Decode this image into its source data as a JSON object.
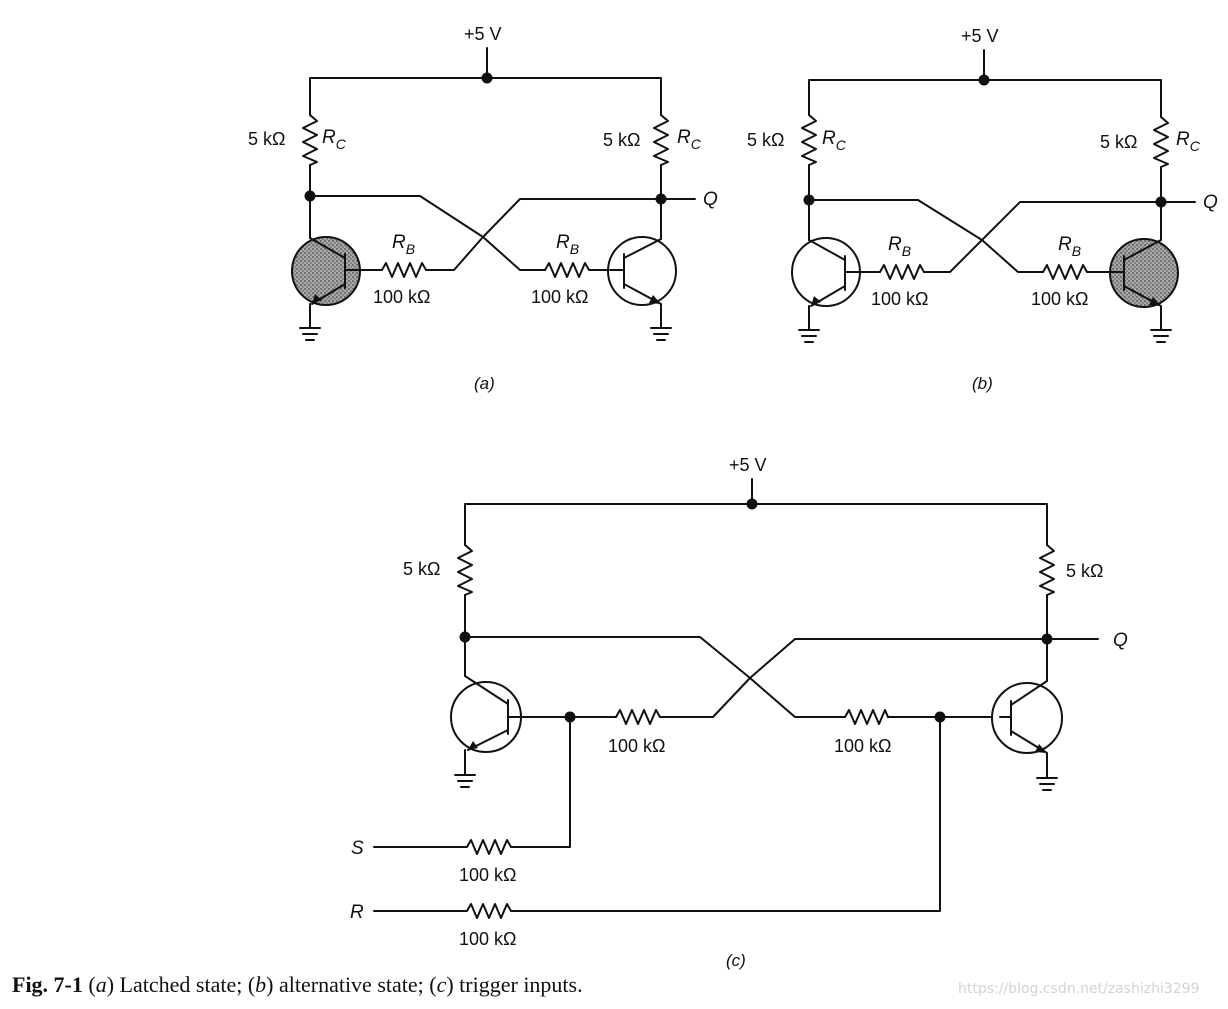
{
  "figure": {
    "supply_label": "+5 V",
    "output_label": "Q",
    "collector_resistor_value": "5 kΩ",
    "collector_resistor_symbol": "R",
    "collector_resistor_subscript": "C",
    "base_resistor_value": "100 kΩ",
    "base_resistor_symbol": "R",
    "base_resistor_subscript": "B",
    "set_input_label": "S",
    "reset_input_label": "R",
    "panel_labels": [
      "(a)",
      "(b)",
      "(c)"
    ],
    "saturated_transistor_color": "#8c8c8c",
    "wire_color": "#111111"
  },
  "caption": {
    "figure_number": "Fig. 7-1",
    "parts": [
      {
        "letter": "a",
        "text": " Latched state; "
      },
      {
        "letter": "b",
        "text": " alternative state; "
      },
      {
        "letter": "c",
        "text": " trigger inputs."
      }
    ]
  },
  "watermark": "https://blog.csdn.net/zashizhi3299"
}
